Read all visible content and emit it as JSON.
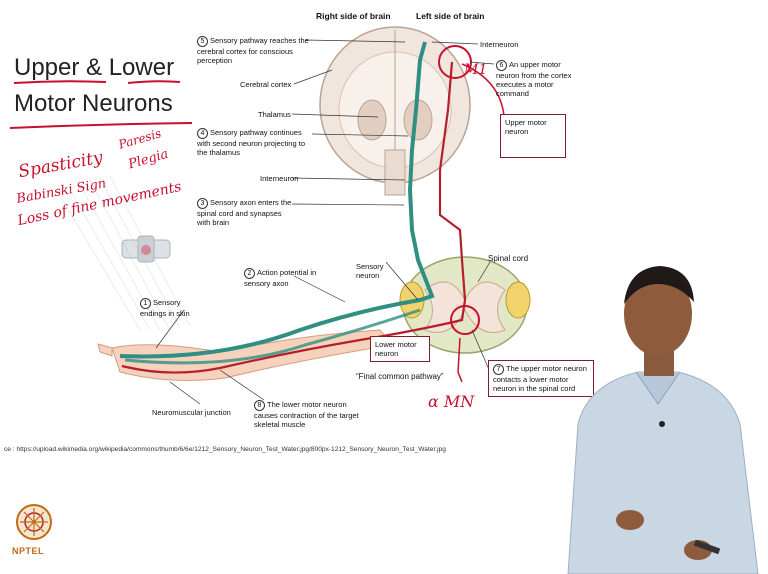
{
  "slide": {
    "title_line1": "Upper & Lower",
    "title_line2": "Motor Neurons",
    "source": "ce : https://upload.wikimedia.org/wikipedia/commons/thumb/6/6e/1212_Sensory_Neuron_Test_Water.jpg/800px-1212_Sensory_Neuron_Test_Water.jpg",
    "logo_text": "NPTEL"
  },
  "diagram": {
    "header_right": "Right side of brain",
    "header_left": "Left side of brain",
    "labels": {
      "step5": "Sensory pathway reaches the cerebral cortex for conscious perception",
      "step5_num": "5",
      "cerebral_cortex": "Cerebral cortex",
      "thalamus": "Thalamus",
      "step4": "Sensory pathway continues with second neuron projecting to the thalamus",
      "step4_num": "4",
      "interneuron_left": "Interneuron",
      "step3": "Sensory axon enters the spinal cord and synapses with brain",
      "step3_num": "3",
      "step2": "Action potential in sensory axon",
      "step2_num": "2",
      "step1": "Sensory endings in skin",
      "step1_num": "1",
      "sensory_neuron": "Sensory neuron",
      "lower_motor_neuron": "Lower motor neuron",
      "final_common_pathway": "“Final common pathway”",
      "neuromuscular_junction": "Neuromuscular junction",
      "step8": "The lower motor neuron causes contraction of the target skeletal muscle",
      "step8_num": "8",
      "interneuron_top": "Interneuron",
      "step6": "An upper motor neuron from the cortex executes a motor command",
      "step6_num": "6",
      "upper_motor_neuron": "Upper motor neuron",
      "spinal_cord": "Spinal cord",
      "step7": "The upper motor neuron contacts a lower motor neuron in the spinal cord",
      "step7_num": "7"
    }
  },
  "annotations": {
    "spasticity": "Spasticity",
    "paresis": "Paresis",
    "plegia": "Plegia",
    "babinski": "Babinski Sign",
    "loss": "Loss of fine movements",
    "m1": "M1",
    "alpha_mn": "α MN"
  },
  "colors": {
    "annotation_red": "#c8102e",
    "sensory_teal": "#2f8f83",
    "motor_red": "#b3202c",
    "box_border": "#7a1f2b",
    "logo_orange": "#c06a14"
  }
}
